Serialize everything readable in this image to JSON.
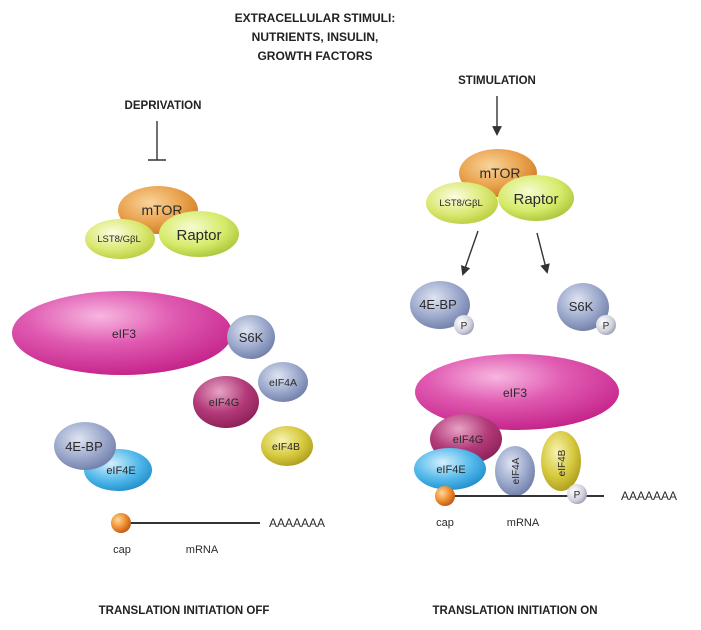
{
  "header": {
    "line1": "EXTRACELLULAR STIMULI:",
    "line2": "NUTRIENTS, INSULIN,",
    "line3": "GROWTH FACTORS"
  },
  "left": {
    "condition": "DEPRIVATION",
    "mtor": "mTOR",
    "lst8": "LST8/GβL",
    "raptor": "Raptor",
    "eif3": "eIF3",
    "s6k": "S6K",
    "eif4g": "eIF4G",
    "eif4a": "eIF4A",
    "eif4b": "eIF4B",
    "fourebp": "4E-BP",
    "eif4e": "eIF4E",
    "polya": "AAAAAAA",
    "cap": "cap",
    "mrna": "mRNA",
    "footer": "TRANSLATION INITIATION OFF"
  },
  "right": {
    "condition": "STIMULATION",
    "mtor": "mTOR",
    "lst8": "LST8/GβL",
    "raptor": "Raptor",
    "fourebp": "4E-BP",
    "s6k": "S6K",
    "p": "P",
    "eif3": "eIF3",
    "eif4g": "eIF4G",
    "eif4e": "eIF4E",
    "eif4a": "eIF4A",
    "eif4b": "eIF4B",
    "polya": "AAAAAAA",
    "cap": "cap",
    "mrna": "mRNA",
    "footer": "TRANSLATION INITIATION ON"
  },
  "colors": {
    "mtor": "#e9a04a",
    "lst8": "#dbe66a",
    "raptor": "#d9eb6f",
    "eif3": "#d83b9c",
    "s6k": "#8f9fc4",
    "eif4g": "#a82c6c",
    "eif4a": "#9aa6cc",
    "eif4b": "#cfc23a",
    "fourebp": "#8a96c0",
    "eif4e": "#3aaee0",
    "cap": "#e07820",
    "p": "#c9c9d6",
    "line": "#333333"
  }
}
